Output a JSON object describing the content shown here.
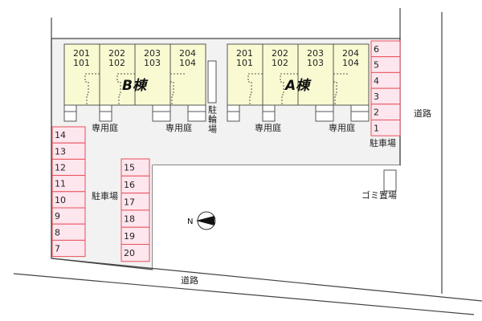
{
  "buildings": [
    {
      "name": "B棟",
      "units_upper": [
        "201",
        "202",
        "203",
        "204"
      ],
      "units_lower": [
        "101",
        "102",
        "103",
        "104"
      ]
    },
    {
      "name": "A棟",
      "units_upper": [
        "201",
        "202",
        "203",
        "204"
      ],
      "units_lower": [
        "101",
        "102",
        "103",
        "104"
      ]
    }
  ],
  "labels": {
    "private_garden": "専用庭",
    "bicycle_parking": "駐輪場",
    "parking": "駐車場",
    "garbage": "ゴミ置場",
    "road": "道路",
    "north": "N"
  },
  "parking_right": [
    "6",
    "5",
    "4",
    "3",
    "2",
    "1"
  ],
  "parking_left": [
    "14",
    "13",
    "12",
    "11",
    "10",
    "9",
    "8",
    "7"
  ],
  "parking_middle": [
    "15",
    "16",
    "17",
    "18",
    "19",
    "20"
  ]
}
